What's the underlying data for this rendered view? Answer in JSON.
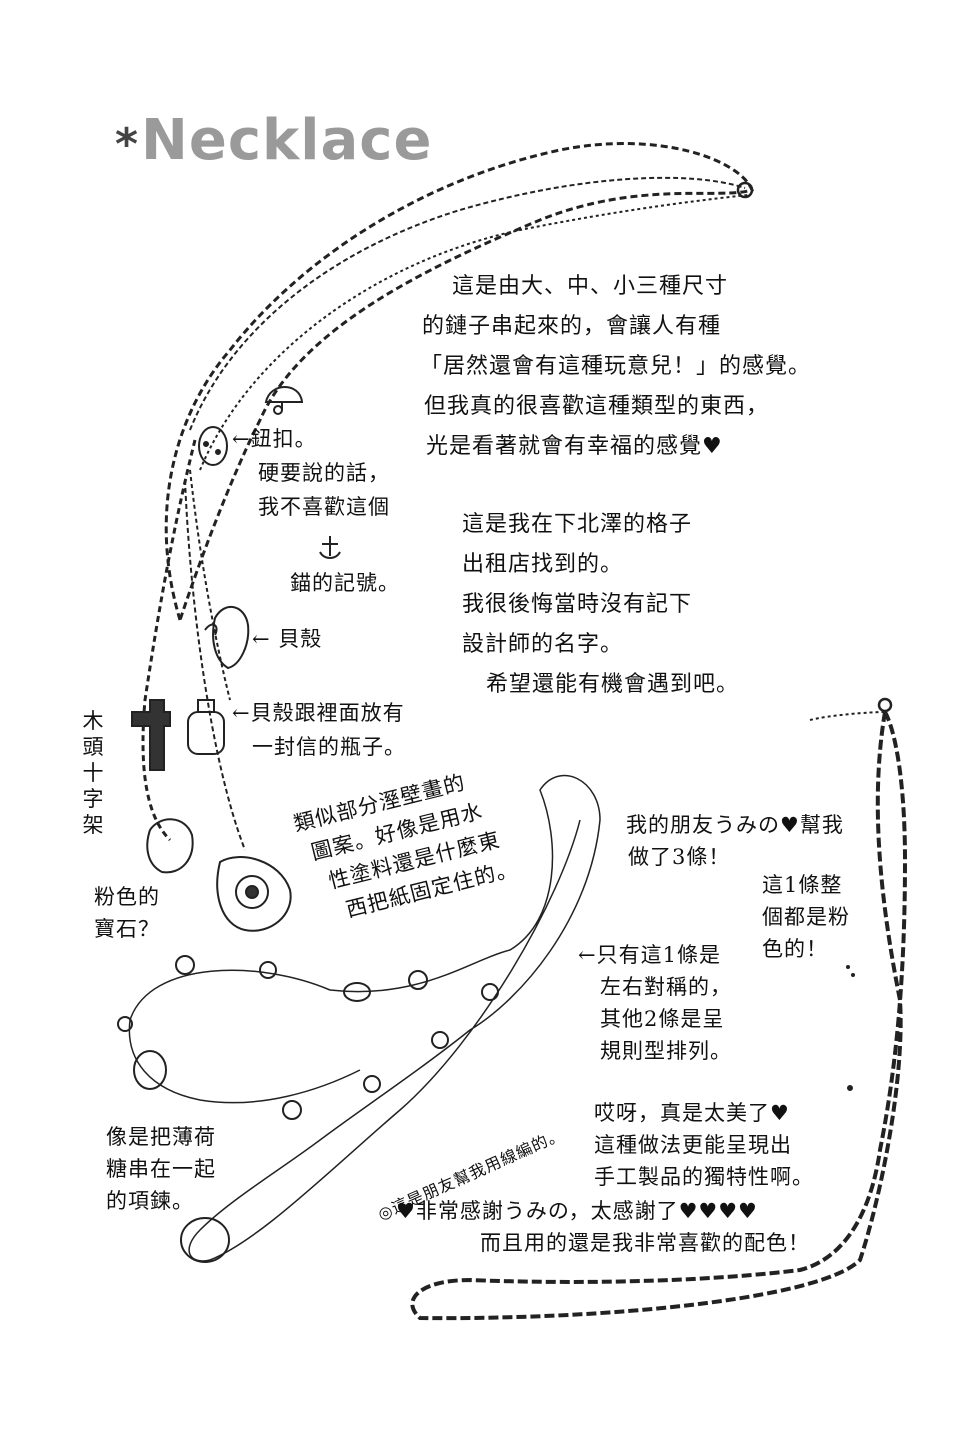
{
  "title": "Necklace",
  "title_star": "*",
  "paragraph1": [
    "這是由大、中、小三種尺寸",
    "的鏈子串起來的，會讓人有種",
    "「居然還會有這種玩意兒！」的感覺。",
    "但我真的很喜歡這種類型的東西，",
    "光是看著就會有幸福的感覺♥"
  ],
  "paragraph2": [
    "這是我在下北澤的格子",
    "出租店找到的。",
    "我很後悔當時沒有記下",
    "設計師的名字。",
    "希望還能有機會遇到吧。"
  ],
  "labels": {
    "button": [
      "←鈕扣。",
      "硬要說的話，",
      "我不喜歡這個"
    ],
    "anchor": "錨的記號。",
    "shell": "← 貝殼",
    "bottle": [
      "←貝殼跟裡面放有",
      "一封信的瓶子。"
    ],
    "cross": [
      "木",
      "頭",
      "十",
      "字",
      "架"
    ],
    "gem": [
      "粉色的",
      "寶石？"
    ],
    "plate": [
      "類似部分溼壁畫的",
      "圖案。好像是用水",
      "性塗料還是什麼東",
      "西把紙固定住的。"
    ],
    "friend": [
      "我的朋友うみの♥幫我",
      "做了3條！"
    ],
    "pink": [
      "這1條整",
      "個都是粉",
      "色的！"
    ],
    "symmetric": [
      "←只有這1條是",
      "左右對稱的，",
      "其他2條是呈",
      "規則型排列。"
    ],
    "candy": [
      "像是把薄荷",
      "糖串在一起",
      "的項鍊。"
    ],
    "woven": "◎這是朋友幫我用線編的。",
    "wow": [
      "哎呀，真是太美了♥",
      "這種做法更能呈現出",
      "手工製品的獨特性啊。"
    ],
    "thanks": [
      "♥非常感謝うみの，太感謝了♥♥♥♥",
      "而且用的還是我非常喜歡的配色！"
    ]
  }
}
